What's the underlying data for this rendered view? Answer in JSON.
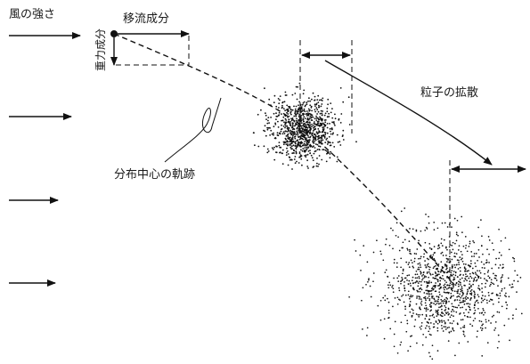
{
  "labels": {
    "wind_strength": "風の強さ",
    "advection_component": "移流成分",
    "gravity_component": "重力成分",
    "particle_diffusion": "粒子の拡散",
    "center_trajectory": "分布中心の軌跡"
  },
  "colors": {
    "ink": "#111111",
    "background": "#ffffff"
  }
}
